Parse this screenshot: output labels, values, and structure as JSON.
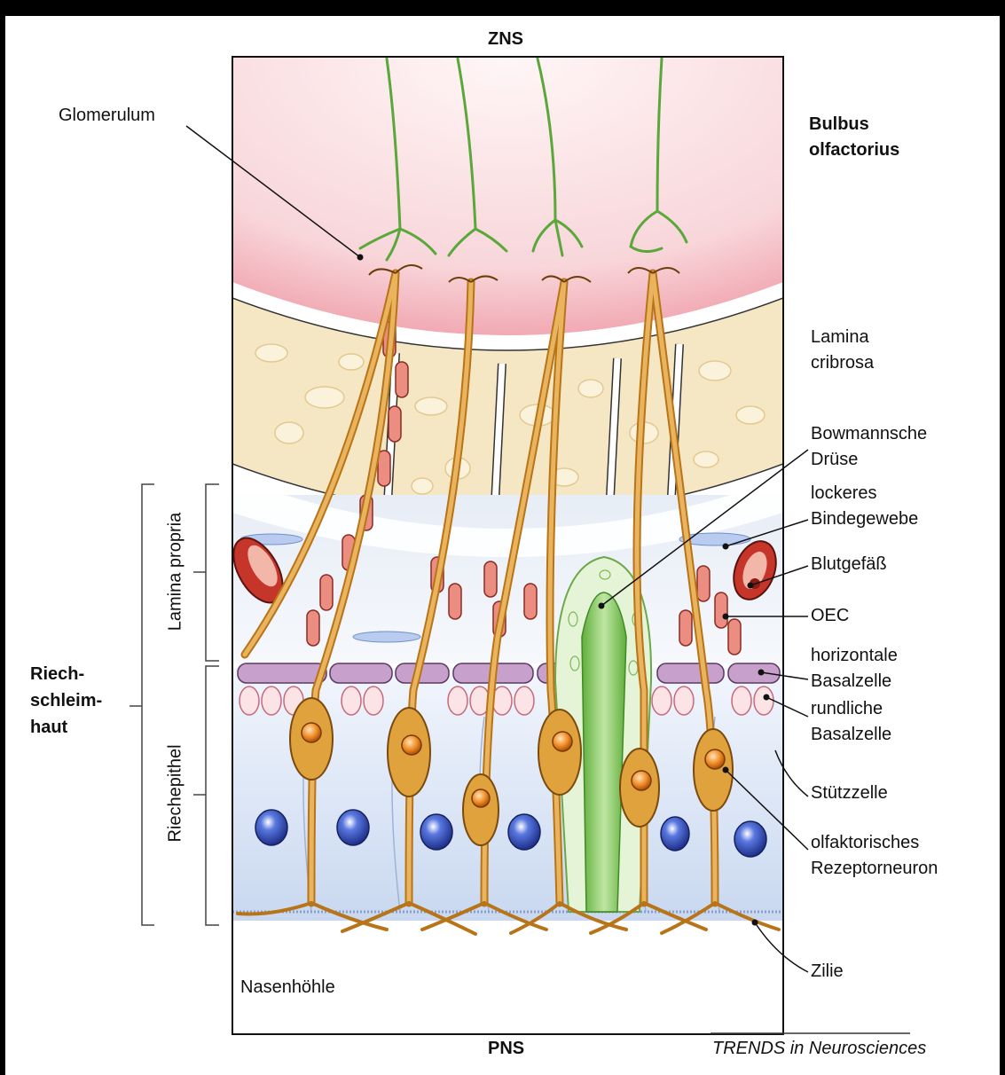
{
  "top_label": "ZNS",
  "bottom_label": "PNS",
  "credit": "TRENDS in Neurosciences",
  "left_labels": {
    "glomerulum": "Glomerulum",
    "lamina_propria": "Lamina propria",
    "riechepithel": "Riechepithel",
    "riechschleimhaut": [
      "Riech-",
      "schleim-",
      "haut"
    ],
    "nasenhoehle": "Nasenhöhle"
  },
  "right_labels": {
    "bulbus": [
      "Bulbus",
      "olfactorius"
    ],
    "lamina_cribrosa": [
      "Lamina",
      "cribrosa"
    ],
    "bowmann": [
      "Bowmannsche",
      "Drüse"
    ],
    "bindegewebe": [
      "lockeres",
      "Bindegewebe"
    ],
    "blutgefaess": "Blutgefäß",
    "oec": "OEC",
    "horizontale": [
      "horizontale",
      "Basalzelle"
    ],
    "rundliche": [
      "rundliche",
      "Basalzelle"
    ],
    "stuetzzelle": "Stützzelle",
    "rezeptorneuron": [
      "olfaktorisches",
      "Rezeptorneuron"
    ],
    "zilie": "Zilie"
  },
  "colors": {
    "bulb": "#f4c6cc",
    "bone": "#f6e7c4",
    "neuron": "#e0a23c",
    "dendrite": "#5aa83a",
    "support_cell": "#dfe8f7",
    "nucleus": "#2c47b8",
    "oec": "#e8837a",
    "gland": "#9fd27a",
    "basal_horizontal": "#c8a0cc"
  }
}
